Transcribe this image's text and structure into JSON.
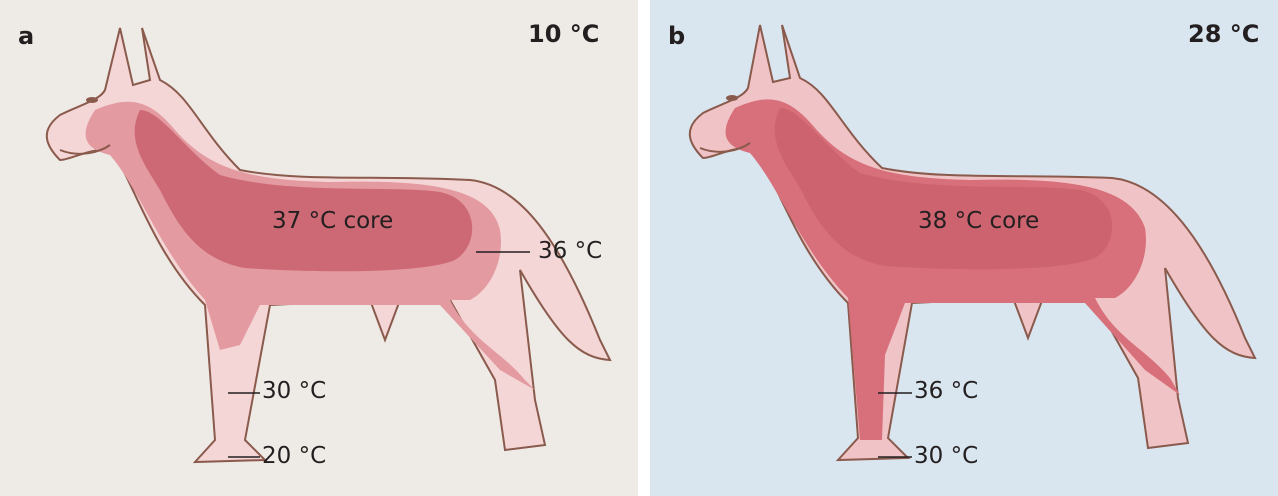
{
  "panels": [
    {
      "letter": "a",
      "ambient_temp": "10 °C",
      "core_label": "37 °C core",
      "labels": [
        "36 °C",
        "30 °C",
        "20 °C"
      ]
    },
    {
      "letter": "b",
      "ambient_temp": "28 °C",
      "core_label": "38 °C core",
      "labels": [
        "36 °C",
        "30 °C"
      ]
    }
  ],
  "colors": {
    "panel_a_background": "#eeeae6",
    "panel_b_background": "#d9e5ef",
    "warm_core": "#c9606c",
    "warm_body": "#e39aa0",
    "cool_extremity": "#f4d6d6",
    "outline": "#8a5a4c"
  }
}
